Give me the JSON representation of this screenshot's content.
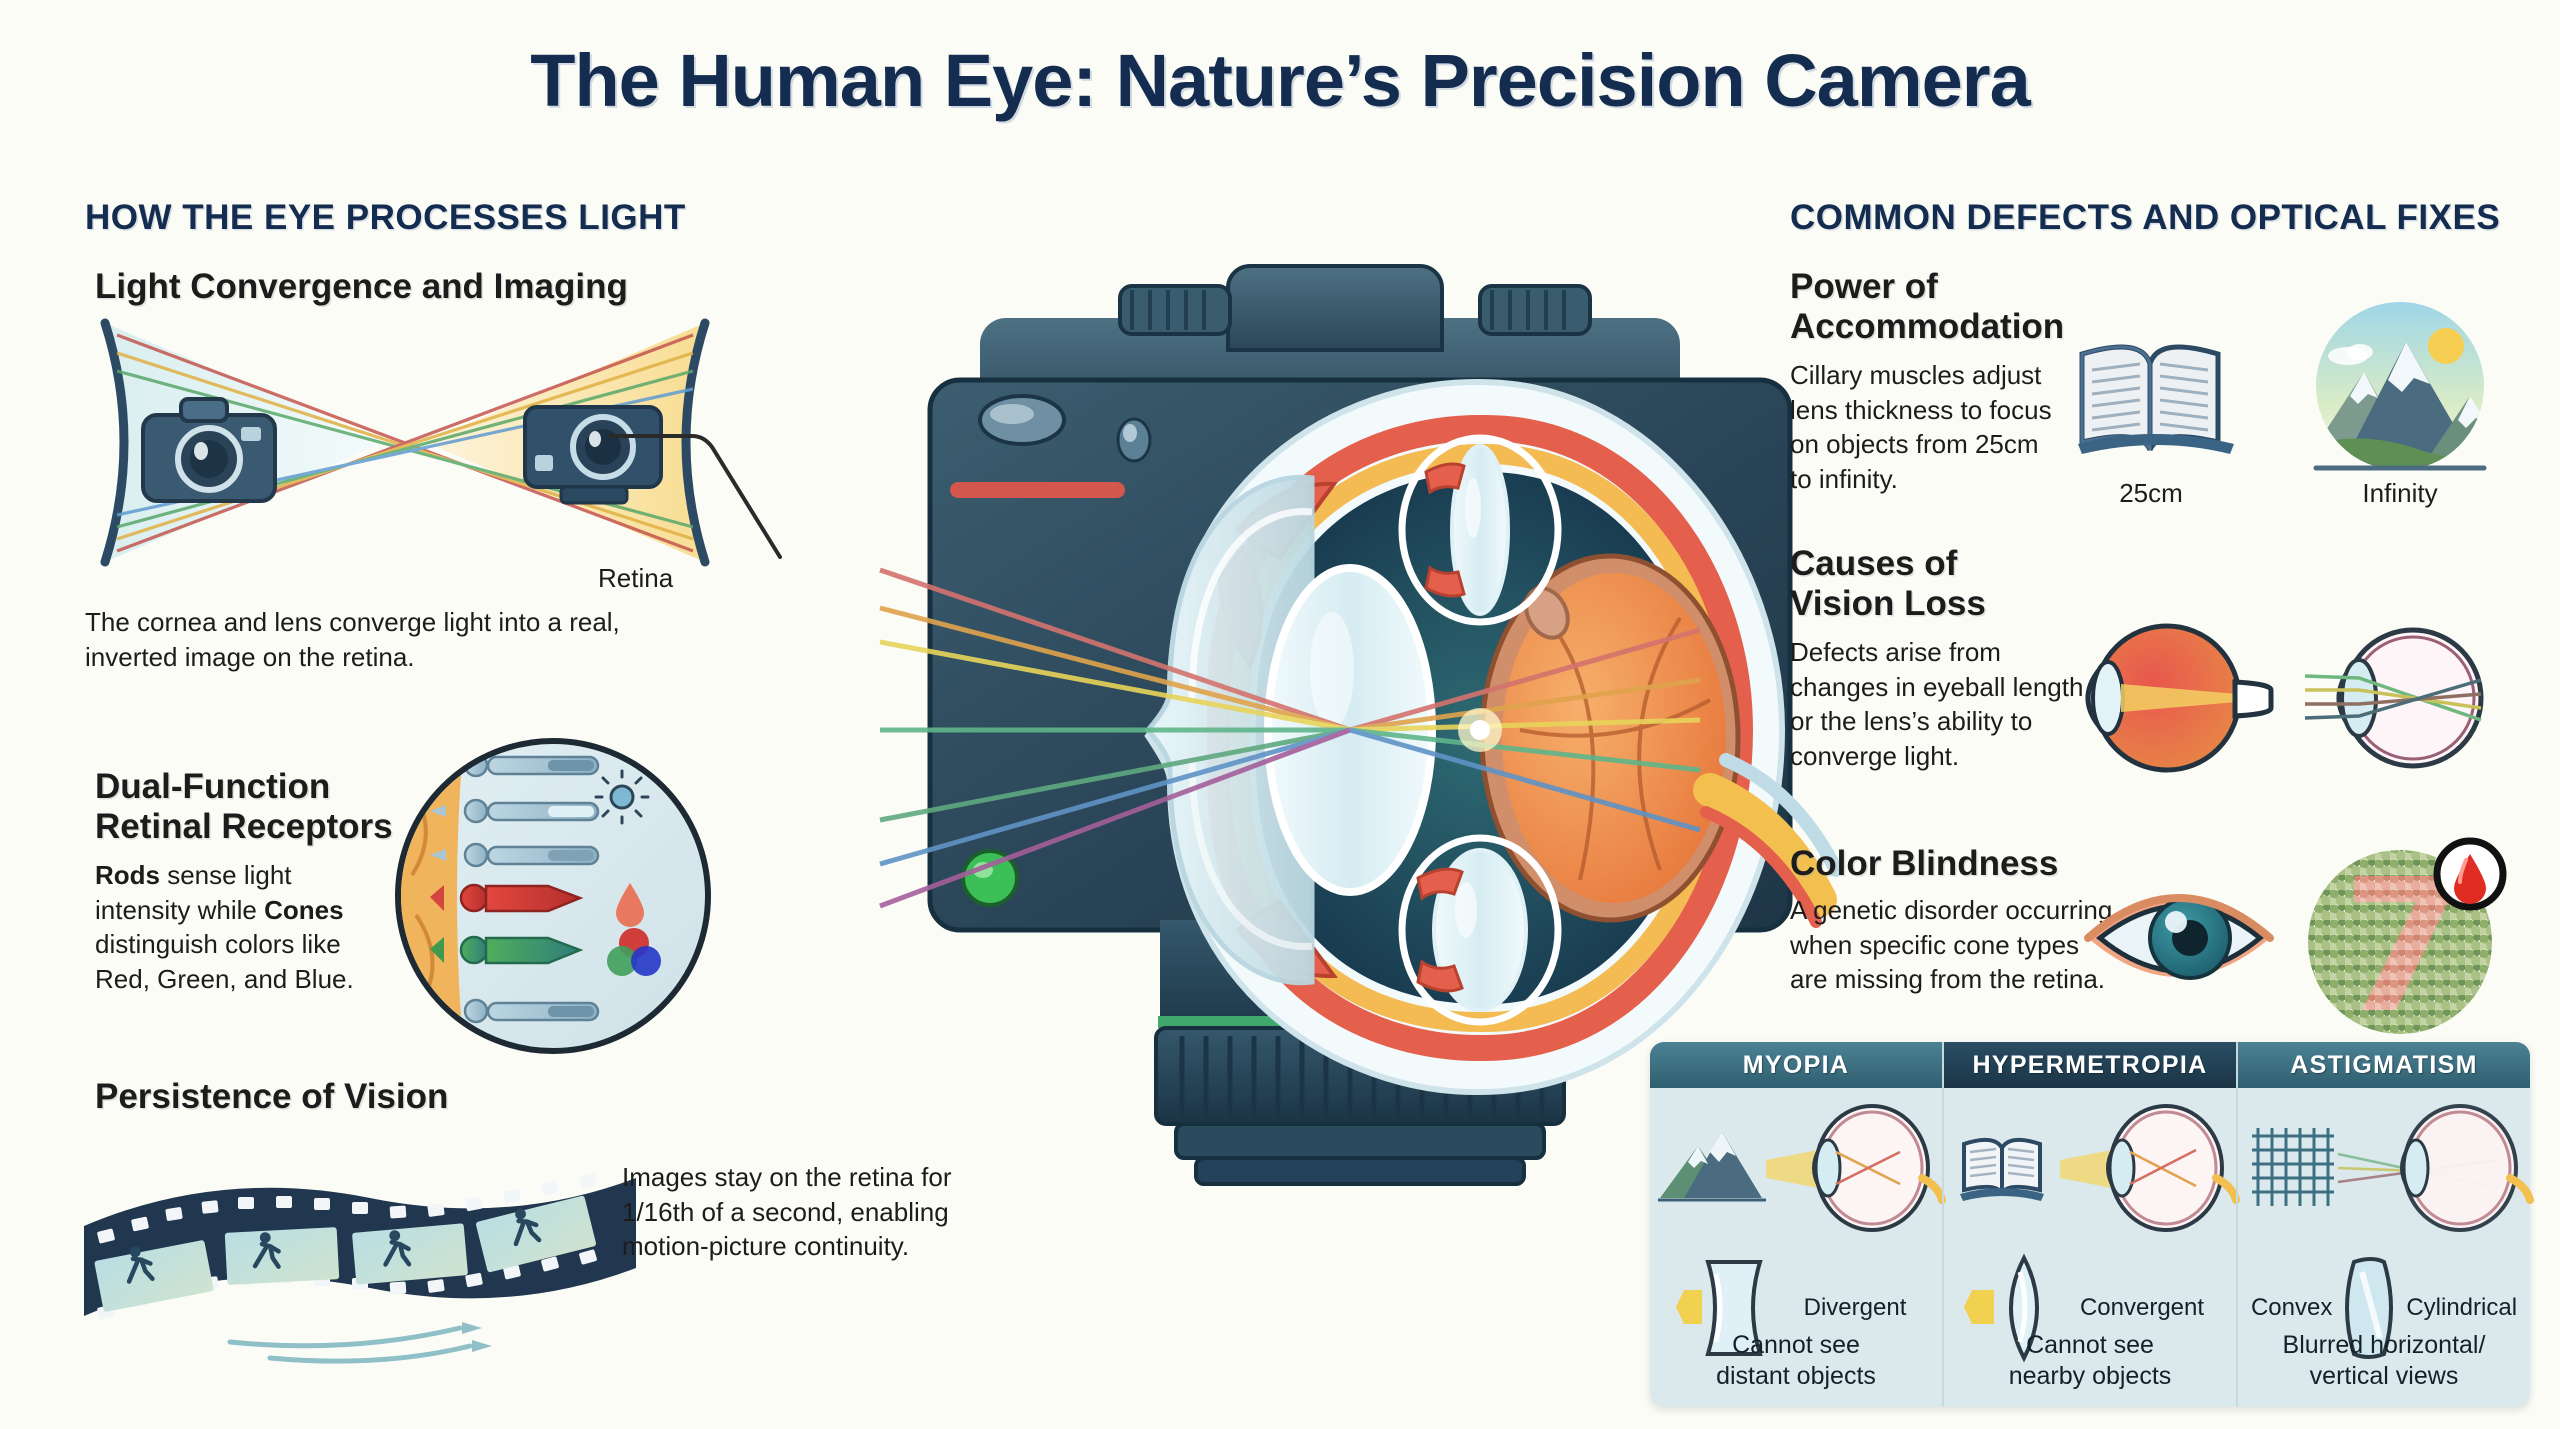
{
  "title": "The Human Eye: Nature’s Precision Camera",
  "left_column": {
    "header": "HOW THE EYE PROCESSES LIGHT",
    "sections": [
      {
        "heading": "Light Convergence and Imaging",
        "body": "The cornea and lens converge light into a real, inverted image on the retina.",
        "diagram_label": "Retina"
      },
      {
        "heading_line1": "Dual-Function",
        "heading_line2": "Retinal Receptors",
        "body_parts": [
          {
            "text": "Rods",
            "bold": true
          },
          {
            "text": " sense light intensity while ",
            "bold": false
          },
          {
            "text": "Cones",
            "bold": true
          },
          {
            "text": " distinguish colors like Red, Green, and Blue.",
            "bold": false
          }
        ],
        "body_plain": "Rods sense light intensity while Cones distinguish colors like Red, Green, and Blue."
      },
      {
        "heading": "Persistence of Vision",
        "body": "Images stay on the retina for 1/16th of a second, enabling motion-picture continuity."
      }
    ]
  },
  "right_column": {
    "header": "COMMON DEFECTS AND OPTICAL FIXES",
    "sections": [
      {
        "heading_line1": "Power of",
        "heading_line2": "Accommodation",
        "body": "Cillary muscles adjust lens thickness to focus on objects from 25cm to infinity.",
        "icons": [
          {
            "name": "open-book-icon",
            "caption": "25cm"
          },
          {
            "name": "mountain-landscape-icon",
            "caption": "Infinity"
          }
        ]
      },
      {
        "heading_line1": "Causes of",
        "heading_line2": "Vision Loss",
        "body": "Defects arise from changes in eyeball length or the lens’s ability to converge light.",
        "icons": [
          {
            "name": "eyeball-cross-section-red-icon",
            "caption": ""
          },
          {
            "name": "eyeball-ray-diagram-icon",
            "caption": ""
          }
        ]
      },
      {
        "heading": "Color Blindness",
        "body": "A genetic disorder occurring when specific cone types are missing from the retina.",
        "icons": [
          {
            "name": "human-eye-icon",
            "caption": ""
          },
          {
            "name": "ishihara-plate-icon",
            "caption": "7"
          }
        ]
      }
    ]
  },
  "defect_table": {
    "columns": [
      {
        "header": "MYOPIA",
        "object_icon": "mountain-icon",
        "lens_type": "Divergent",
        "lens_shape": "concave",
        "footer_line1": "Cannot see",
        "footer_line2": "distant objects"
      },
      {
        "header": "HYPERMETROPIA",
        "object_icon": "open-book-icon",
        "lens_type": "Convergent",
        "lens_shape": "convex",
        "footer_line1": "Cannot see",
        "footer_line2": "nearby objects"
      },
      {
        "header": "ASTIGMATISM",
        "object_icon": "grid-lines-icon",
        "lens_type_left": "Convex",
        "lens_type": "Cylindrical",
        "lens_shape": "cylindrical",
        "footer_line1": "Blurred horizontal/",
        "footer_line2": "vertical views"
      }
    ]
  },
  "center_illustration": {
    "name": "camera-eye-cross-section",
    "description": "DSLR camera body with a human eye cross-section forming the lens"
  },
  "colors": {
    "title": "#132c4f",
    "body_text": "#1c1c1c",
    "background": "#fcfcf7",
    "table_header": "#3d7585",
    "table_header_dark": "#24465a",
    "table_body": "#dbe9ec",
    "camera_body": "#2c4759",
    "retina_orange": "#ef8a3c",
    "cornea_blue": "#d8eef2",
    "accent_red": "#e8604c",
    "accent_yellow": "#f5c542",
    "accent_green": "#49b26a"
  }
}
